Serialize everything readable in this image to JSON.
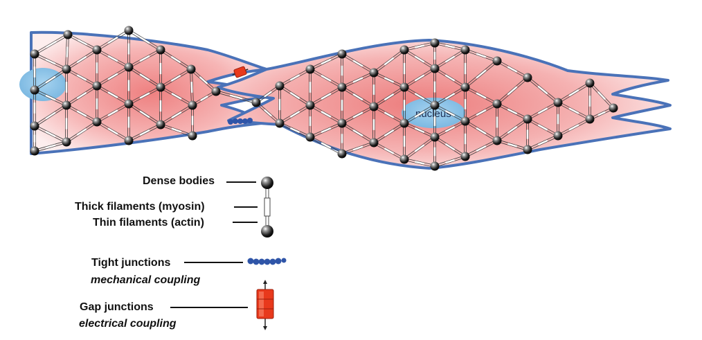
{
  "nucleus_label": "nucleus",
  "legend": {
    "dense_bodies": "Dense bodies",
    "thick_filaments": "Thick filaments (myosin)",
    "thin_filaments": "Thin filaments (actin)",
    "tight_junctions": "Tight junctions",
    "tight_junctions_sub": "mechanical coupling",
    "gap_junctions": "Gap junctions",
    "gap_junctions_sub": "electrical coupling"
  },
  "colors": {
    "membrane": "#4a72b8",
    "cytoplasm_core": "#ee8585",
    "cytoplasm_edge": "#fdeaea",
    "nucleus": "#8fc4e8",
    "dense_body": "#1a1a1a",
    "tight_junction": "#2f55a8",
    "gap_junction": "#e8391c"
  }
}
